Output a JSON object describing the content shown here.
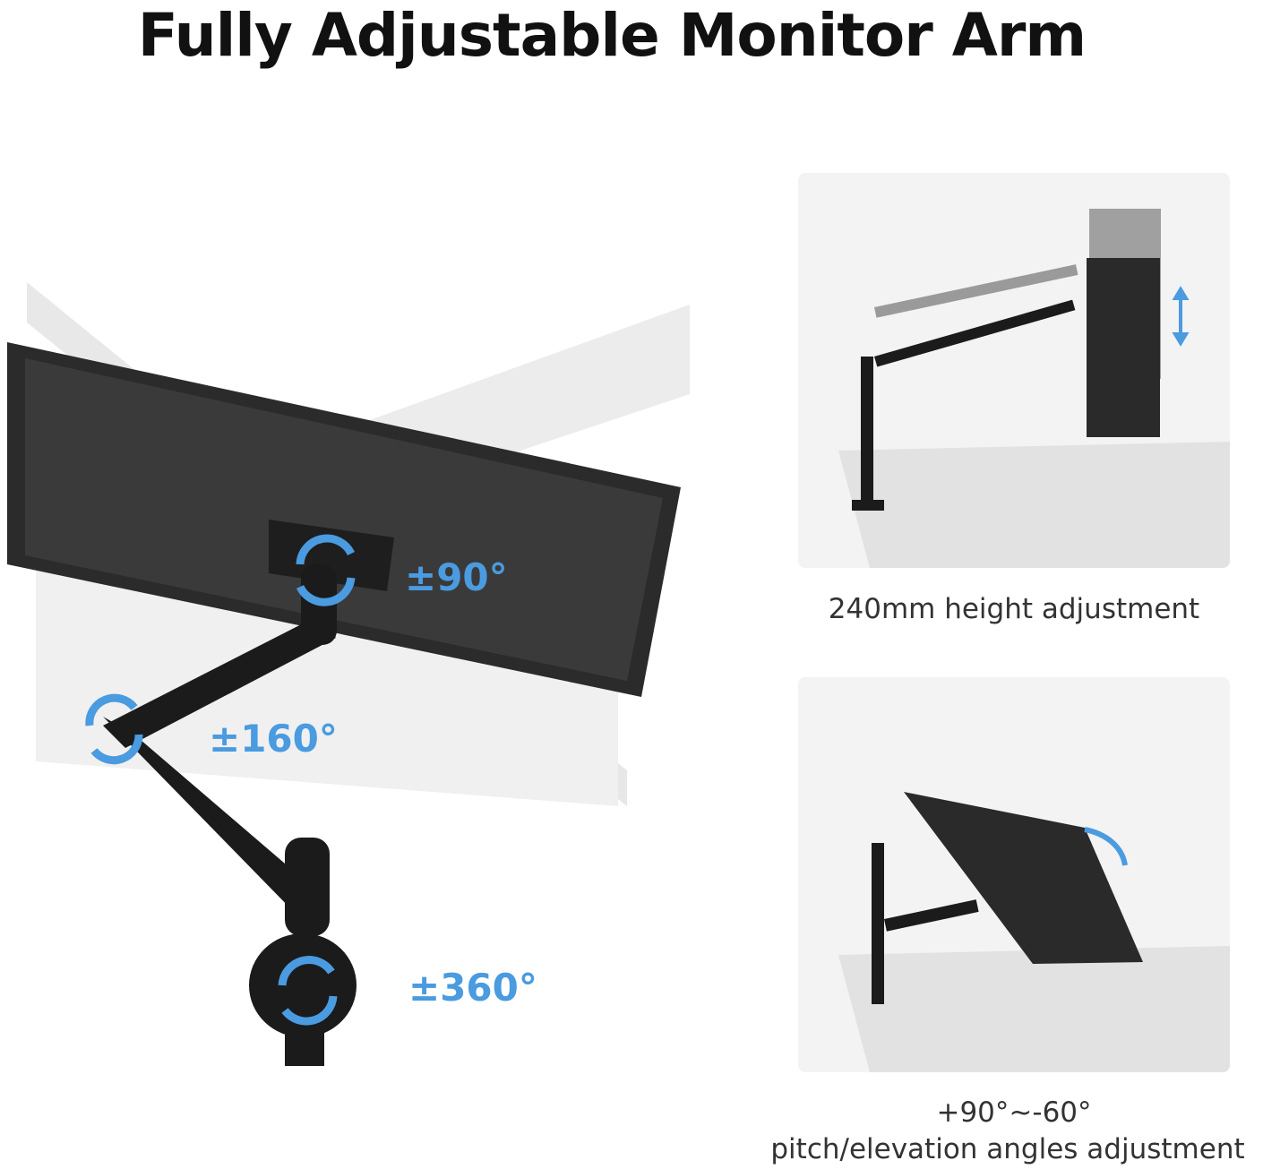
{
  "title": "Fully Adjustable Monitor Arm",
  "rotation_labels": {
    "tilt": "±90°",
    "elbow": "±160°",
    "base": "±360°"
  },
  "captions": {
    "height": "240mm height adjustment",
    "pitch_line1": "+90°~-60°",
    "pitch_line2": "pitch/elevation angles adjustment"
  },
  "colors": {
    "accent_blue": "#4a9be0",
    "arm_black": "#1b1b1b",
    "panel_bg": "#f3f3f3"
  },
  "icons": [
    "rotate-arrows-icon",
    "up-down-arrow-icon",
    "curved-arrow-icon"
  ]
}
